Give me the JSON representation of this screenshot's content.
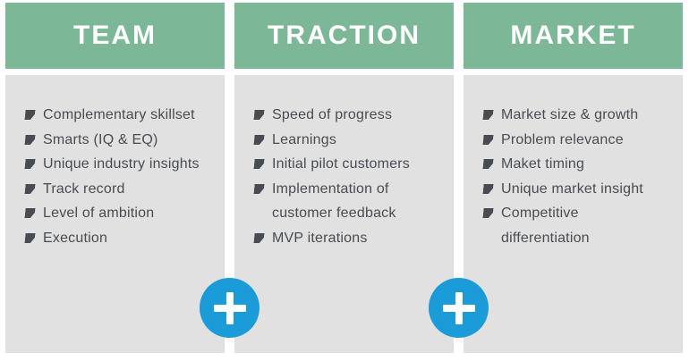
{
  "colors": {
    "header_green": "#7cb898",
    "panel_gray": "#e2e1e1",
    "plus_blue": "#1b9cd8",
    "text_dark": "#474c52",
    "header_text": "#ffffff",
    "background": "#ffffff"
  },
  "icons": {
    "plus": "+",
    "bullet": "flag-pennant"
  },
  "columns": [
    {
      "title": "TEAM",
      "items": [
        "Complementary skillset",
        "Smarts (IQ & EQ)",
        "Unique industry insights",
        "Track record",
        "Level of ambition",
        "Execution"
      ]
    },
    {
      "title": "TRACTION",
      "items": [
        "Speed of progress",
        "Learnings",
        "Initial pilot customers",
        "Implementation of\ncustomer feedback",
        "MVP iterations"
      ]
    },
    {
      "title": "MARKET",
      "items": [
        "Market size & growth",
        "Problem relevance",
        "Maket timing",
        "Unique market insight",
        "Competitive\ndifferentiation"
      ]
    }
  ]
}
